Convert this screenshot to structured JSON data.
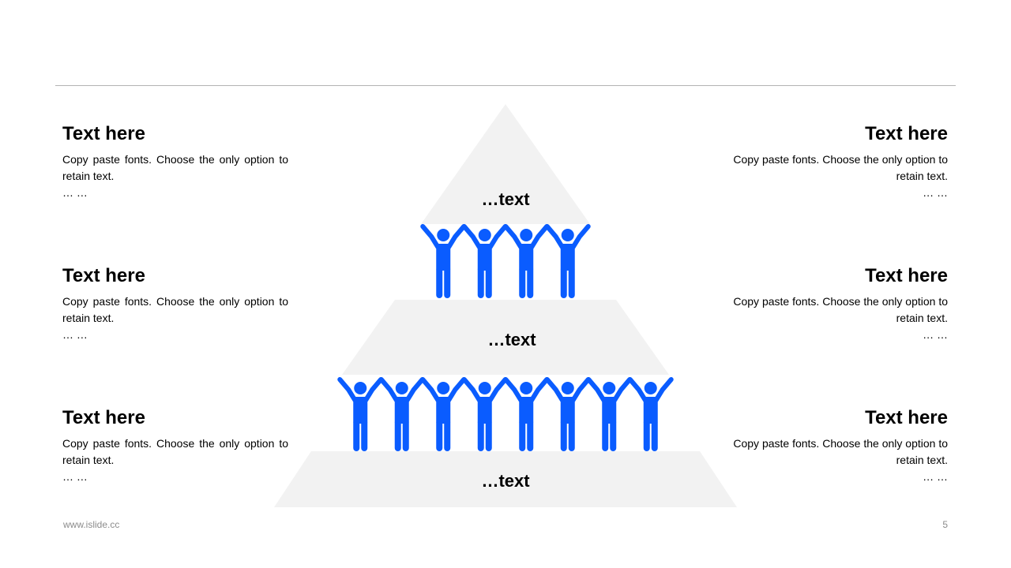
{
  "blocks": [
    {
      "title": "Text here",
      "body": "Copy paste fonts. Choose the only option to retain text.",
      "more": "… …"
    },
    {
      "title": "Text here",
      "body": "Copy paste fonts. Choose the only option to retain text.",
      "more": "… …"
    },
    {
      "title": "Text here",
      "body": "Copy paste fonts. Choose the only option to retain text.",
      "more": "… …"
    },
    {
      "title": "Text here",
      "body": "Copy paste fonts. Choose the only option to retain text.",
      "more": "… …"
    },
    {
      "title": "Text here",
      "body": "Copy paste fonts. Choose the only option to retain text.",
      "more": "… …"
    },
    {
      "title": "Text here",
      "body": "Copy paste fonts. Choose the only option to retain text.",
      "more": "… …"
    }
  ],
  "pyramid": {
    "levels": [
      {
        "label": "…text"
      },
      {
        "label": "…text"
      },
      {
        "label": "…text"
      }
    ],
    "figure_rows": [
      {
        "count": 4
      },
      {
        "count": 8
      }
    ],
    "level_color": "#f2f2f2",
    "figure_color": "#0a5cff",
    "figure_icon": "people-holding-hands-icon"
  },
  "footer": {
    "url": "www.islide.cc",
    "page": "5"
  }
}
